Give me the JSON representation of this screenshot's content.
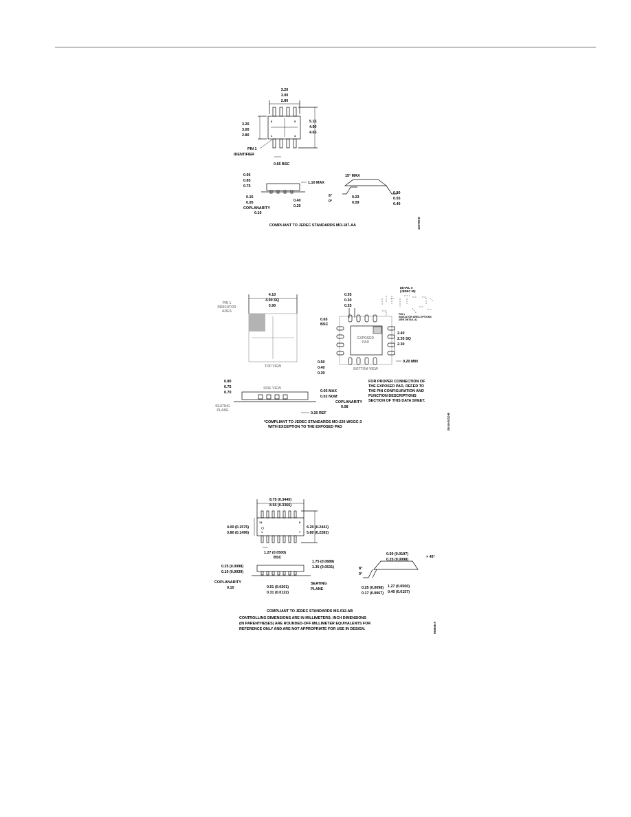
{
  "fig1": {
    "top_w": [
      "3.20",
      "3.00",
      "2.80"
    ],
    "left_h": [
      "3.20",
      "3.00",
      "2.80"
    ],
    "right_h": [
      "5.15",
      "4.90",
      "4.65"
    ],
    "pin_id": [
      "PIN 1",
      "IDENTIFIER"
    ],
    "pitch": "0.65 BSC",
    "side_left": [
      "0.95",
      "0.85",
      "0.75"
    ],
    "max_h": "1.10 MAX",
    "standoff": [
      "0.15",
      "0.05"
    ],
    "coplanarity": [
      "COPLANARITY",
      "0.10"
    ],
    "lead_w": [
      "0.40",
      "0.25"
    ],
    "angle_max": "15° MAX",
    "angle": [
      "6°",
      "0°"
    ],
    "lead_t": [
      "0.23",
      "0.09"
    ],
    "foot_len": [
      "0.80",
      "0.55",
      "0.40"
    ],
    "compliance": "COMPLIANT TO JEDEC STANDARDS MO-187-AA",
    "side_code": "100709-B"
  },
  "fig2": {
    "pin1_area": [
      "PIN 1",
      "INDICATOR",
      "AREA"
    ],
    "body": [
      "4.10",
      "4.00 SQ",
      "3.90"
    ],
    "top_view": "TOP VIEW",
    "detail": [
      "DETAIL A",
      "(JEDEC 95)"
    ],
    "lead_w": [
      "0.35",
      "0.30",
      "0.25"
    ],
    "pitch": [
      "0.65",
      "BSC"
    ],
    "pin1_indicator": [
      "PIN 1",
      "INDICATOR AREA OPTIONS",
      "(SEE DETAIL A)"
    ],
    "exposed_pad": [
      "EXPOSED",
      "PAD"
    ],
    "pad_size": [
      "2.40",
      "2.35 SQ",
      "2.30"
    ],
    "lead_len": [
      "0.50",
      "0.40",
      "0.30"
    ],
    "min_k": "0.20 MIN",
    "bottom_view": "BOTTOM VIEW",
    "note": [
      "FOR PROPER CONNECTION OF",
      "THE EXPOSED PAD, REFER TO",
      "THE PIN CONFIGURATION AND",
      "FUNCTION DESCRIPTIONS",
      "SECTION OF THIS DATA SHEET."
    ],
    "height": [
      "0.80",
      "0.75",
      "0.70"
    ],
    "side_view": "SIDE VIEW",
    "max_s": "0.05 MAX",
    "nom_s": "0.02 NOM",
    "coplanarity": [
      "COPLANARITY",
      "0.08"
    ],
    "seating": [
      "SEATING",
      "PLANE"
    ],
    "ref": "0.20 REF",
    "compliance": [
      "*COMPLIANT TO JEDEC STANDARDS MO-220-WGGC-3",
      "WITH EXCEPTION TO THE EXPOSED PAD"
    ],
    "side_code": "08-16-2010-B"
  },
  "fig3": {
    "length": [
      "8.75 (0.3445)",
      "8.55 (0.3366)"
    ],
    "body_w": [
      "4.00 (0.1575)",
      "3.80 (0.1496)"
    ],
    "total_w": [
      "6.20 (0.2441)",
      "5.80 (0.2283)"
    ],
    "pins": [
      "14",
      "8",
      "1",
      "7"
    ],
    "pitch": [
      "1.27 (0.0500)",
      "BSC"
    ],
    "max_h": [
      "1.75 (0.0689)",
      "1.35 (0.0531)"
    ],
    "standoff": [
      "0.25 (0.0098)",
      "0.10 (0.0039)"
    ],
    "coplanarity": [
      "COPLANARITY",
      "0.10"
    ],
    "lead_w": [
      "0.51 (0.0201)",
      "0.31 (0.0122)"
    ],
    "seating": [
      "SEATING",
      "PLANE"
    ],
    "chamfer": [
      "0.50 (0.0197)",
      "0.25 (0.0098)"
    ],
    "chamfer_angle": "× 45°",
    "angle": [
      "8°",
      "0°"
    ],
    "lead_t": [
      "0.25 (0.0098)",
      "0.17 (0.0067)"
    ],
    "foot_len": [
      "1.27 (0.0500)",
      "0.40 (0.0157)"
    ],
    "compliance": "COMPLIANT TO JEDEC STANDARDS MS-012-AB",
    "notes": [
      "CONTROLLING DIMENSIONS ARE IN MILLIMETERS; INCH DIMENSIONS",
      "(IN PARENTHESES) ARE ROUNDED-OFF MILLIMETER EQUIVALENTS FOR",
      "REFERENCE ONLY AND ARE NOT APPROPRIATE FOR USE IN DESIGN."
    ],
    "side_code": "060606-A"
  }
}
